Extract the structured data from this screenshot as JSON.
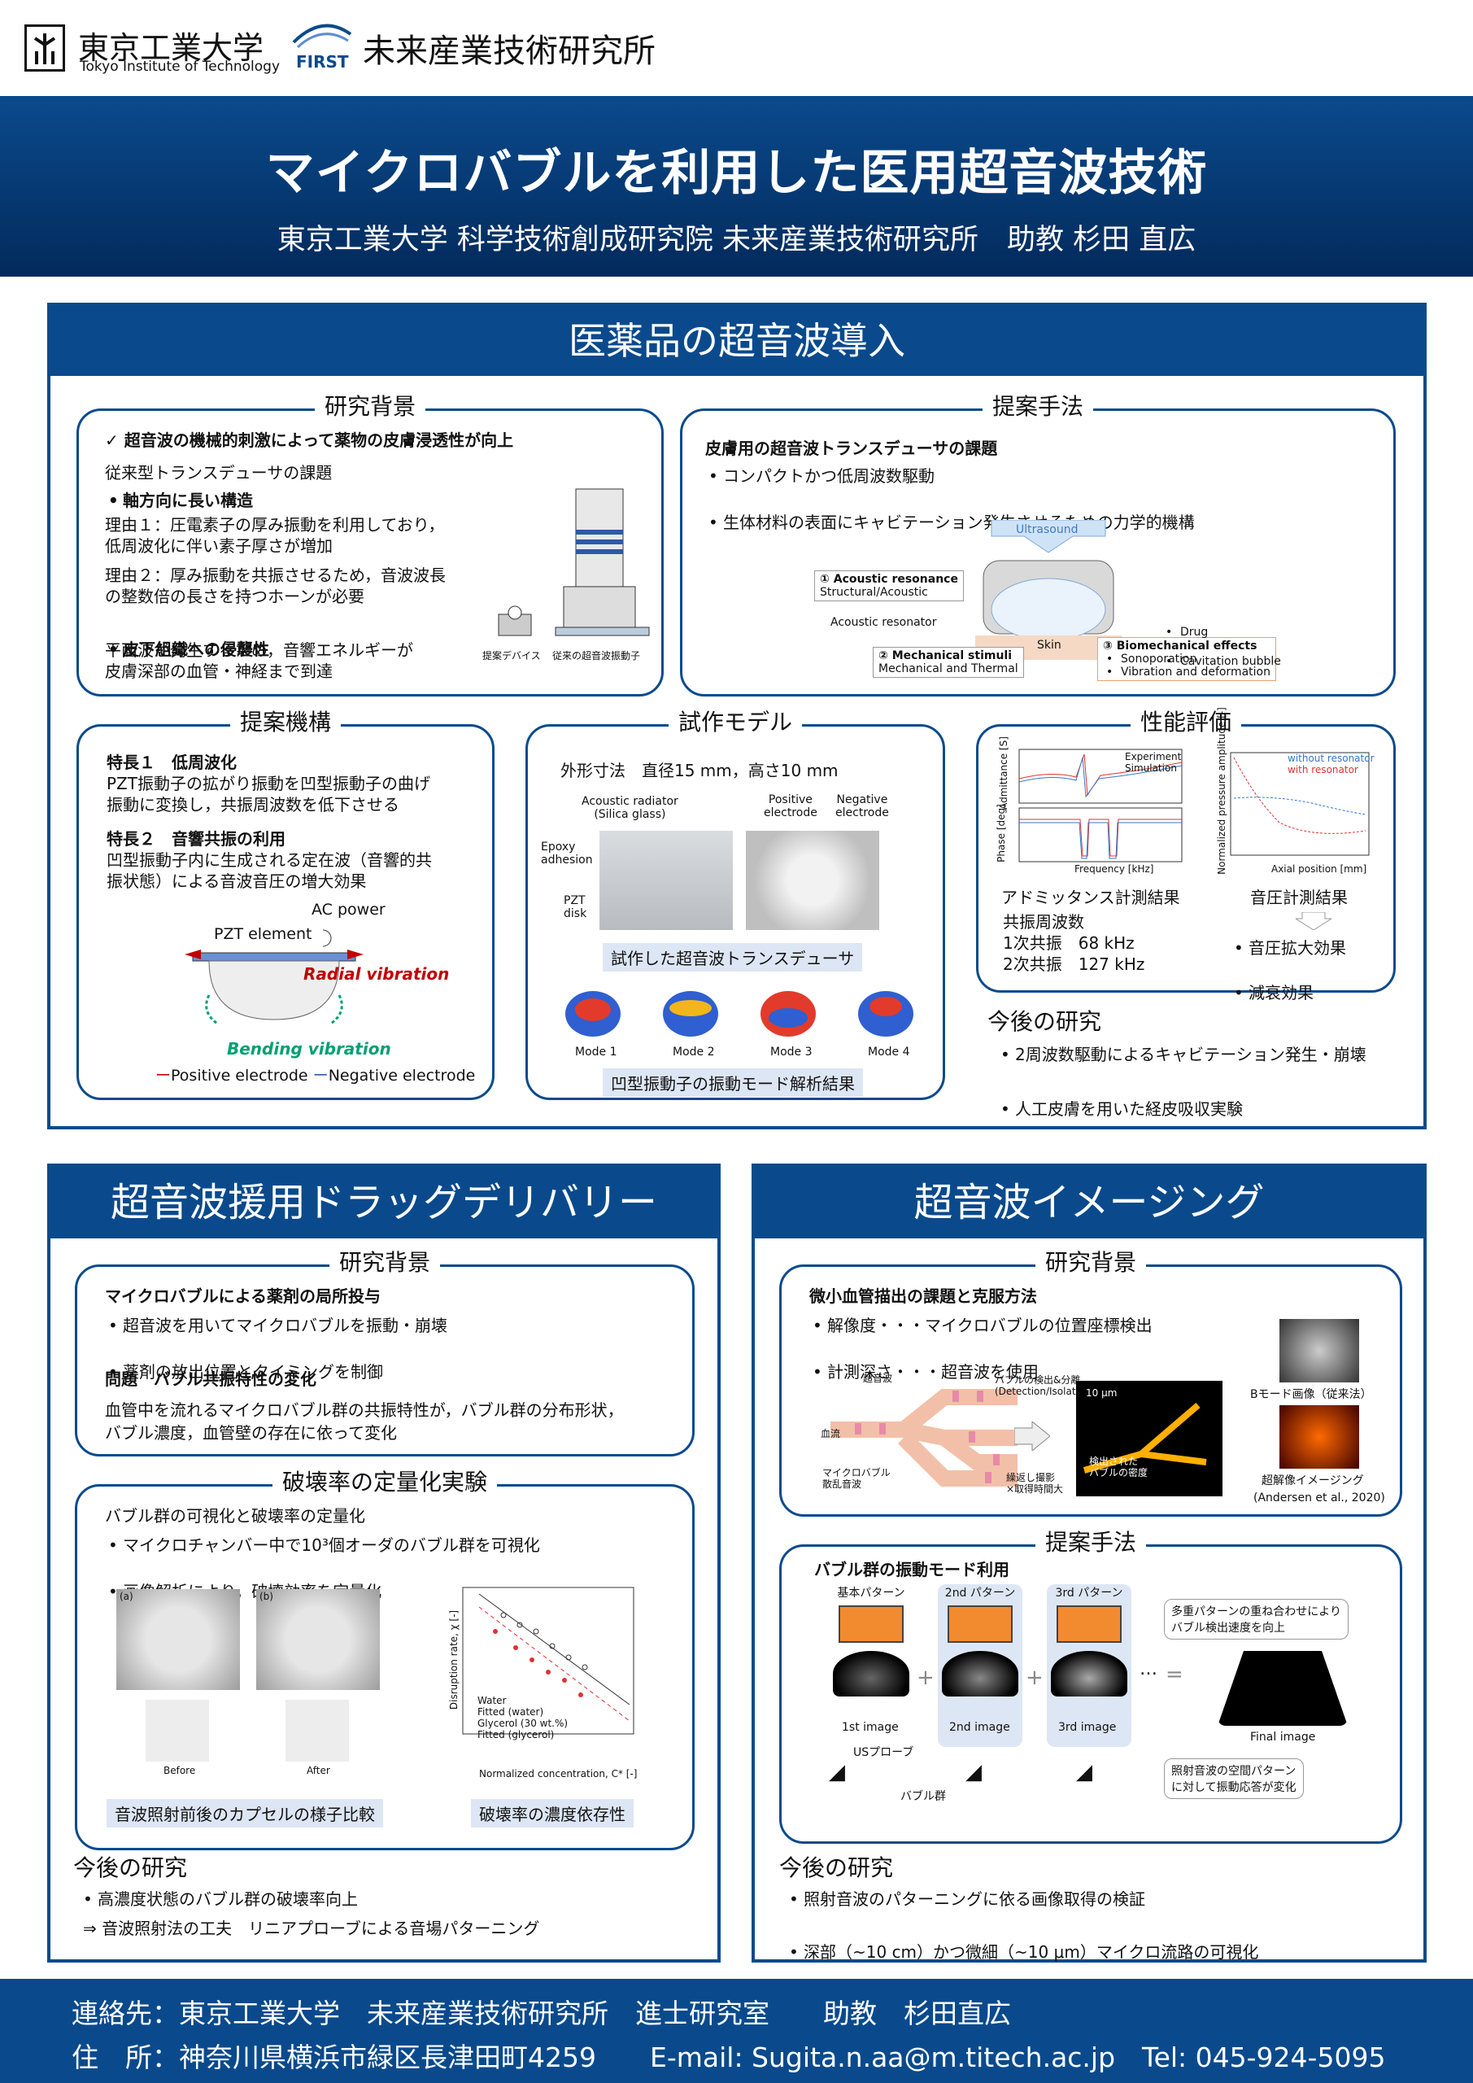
{
  "header": {
    "univ_jp": "東京工業大学",
    "univ_en": "Tokyo Institute of Technology",
    "first_logo": "FIRST",
    "lab": "未来産業技術研究所"
  },
  "hero": {
    "title": "マイクロバブルを利用した医用超音波技術",
    "subtitle": "東京工業大学 科学技術創成研究院 未来産業技術研究所　助教 杉田 直広"
  },
  "sec1": {
    "title": "医薬品の超音波導入",
    "bg": {
      "title": "研究背景",
      "lead": "✓ 超音波の機械的刺激によって薬物の皮膚浸透性が向上",
      "sub": "従来型トランスデューサの課題",
      "b1": "軸方向に長い構造",
      "r1a": "理由１：圧電素子の厚み振動を利用しており，",
      "r1b": "低周波化に伴い素子厚さが増加",
      "r2a": "理由２：厚み振動を共振させるため，音波波長",
      "r2b": "の整数倍の長さを持つホーンが必要",
      "b2": "皮下組織への侵襲性",
      "p1": "平面波が発生するため，音響エネルギーが",
      "p2": "皮膚深部の血管・神経まで到達",
      "fig_a": "提案デバイス",
      "fig_b": "従来の超音波振動子"
    },
    "method": {
      "title": "提案手法",
      "lead": "皮膚用の超音波トランスデューサの課題",
      "b1": "コンパクトかつ低周波数駆動",
      "b2": "生体材料の表面にキャビテーション発生させるための力学的機構",
      "ultrasound": "Ultrasound",
      "ar_t": "① Acoustic resonance",
      "ar_s": "Structural/Acoustic",
      "resonator": "Acoustic resonator",
      "ms_t": "② Mechanical stimuli",
      "ms_s": "Mechanical and Thermal",
      "skin": "Skin",
      "be_t": "③ Biomechanical effects",
      "be_1": "Sonoporation",
      "be_2": "Vibration and deformation",
      "drug": "Drug",
      "cav": "Cavitation bubble"
    },
    "mech": {
      "title": "提案機構",
      "f1": "特長１　低周波化",
      "f1a": "PZT振動子の拡がり振動を凹型振動子の曲げ",
      "f1b": "振動に変換し，共振周波数を低下させる",
      "f2": "特長２　音響共振の利用",
      "f2a": "凹型振動子内に生成される定在波（音響的共",
      "f2b": "振状態）による音波音圧の増大効果",
      "ac": "AC power",
      "pzt": "PZT element",
      "radial": "Radial vibration",
      "bending": "Bending vibration",
      "pos": "Positive electrode",
      "neg": "Negative electrode"
    },
    "proto": {
      "title": "試作モデル",
      "dims": "外形寸法　直径15 mm，高さ10 mm",
      "rad1": "Acoustic radiator",
      "rad2": "(Silica glass)",
      "pos1": "Positive",
      "pos2": "electrode",
      "neg1": "Negative",
      "neg2": "electrode",
      "epoxy1": "Epoxy",
      "epoxy2": "adhesion",
      "pztd1": "PZT",
      "pztd2": "disk",
      "cap1": "試作した超音波トランスデューサ",
      "m1": "Mode 1",
      "m2": "Mode 2",
      "m3": "Mode 3",
      "m4": "Mode 4",
      "cap2": "凹型振動子の振動モード解析結果"
    },
    "perf": {
      "title": "性能評価",
      "adm": "アドミッタンス計測結果",
      "press": "音圧計測結果",
      "rf": "共振周波数",
      "r1": "1次共振　68 kHz",
      "r2": "2次共振　127 kHz",
      "e1": "音圧拡大効果",
      "e2": "減衰効果",
      "ylab1": "Admittance [S]",
      "ylab2": "Phase [deg]",
      "xlab1": "Frequency [kHz]",
      "xlab2": "Axial position [mm]",
      "ylab3": "Normalized pressure amplitude [-]",
      "leg_exp": "Experiment",
      "leg_sim": "Simulation",
      "leg_wo": "without resonator",
      "leg_w": "with resonator"
    },
    "future": {
      "title": "今後の研究",
      "b1": "2周波数駆動によるキャビテーション発生・崩壊",
      "b2": "人工皮膚を用いた経皮吸収実験"
    }
  },
  "sec2": {
    "title": "超音波援用ドラッグデリバリー",
    "bg": {
      "title": "研究背景",
      "lead": "マイクロバブルによる薬剤の局所投与",
      "b1": "超音波を用いてマイクロバブルを振動・崩壊",
      "b2": "薬剤の放出位置とタイミングを制御",
      "prob": "問題　バブル共振特性の変化",
      "p1": "血管中を流れるマイクロバブル群の共振特性が，バブル群の分布形状，",
      "p2": "バブル濃度，血管壁の存在に依って変化"
    },
    "exp": {
      "title": "破壊率の定量化実験",
      "lead": "バブル群の可視化と破壊率の定量化",
      "b1": "マイクロチャンバー中で10³個オーダのバブル群を可視化",
      "b2": "画像解析により，破壊効率を定量化",
      "before": "Before",
      "after": "After",
      "la": "(a)",
      "lb": "(b)",
      "cap1": "音波照射前後のカプセルの様子比較",
      "cap2": "破壊率の濃度依存性",
      "ylab": "Disruption rate, χ [-]",
      "xlab": "Normalized concentration, C* [-]",
      "leg1": "Water",
      "leg2": "Fitted (water)",
      "leg3": "Glycerol (30 wt.%)",
      "leg4": "Fitted (glycerol)"
    },
    "future": {
      "title": "今後の研究",
      "b1": "高濃度状態のバブル群の破壊率向上",
      "b2": "⇒ 音波照射法の工夫　リニアプローブによる音場パターニング"
    }
  },
  "sec3": {
    "title": "超音波イメージング",
    "bg": {
      "title": "研究背景",
      "lead": "微小血管描出の課題と克服方法",
      "b1": "解像度・・・マイクロバブルの位置座標検出",
      "b2": "計測深さ・・・超音波を使用",
      "us": "超音波",
      "flow": "血流",
      "mb": "マイクロバブル",
      "scat": "散乱音波",
      "det": "バブルの検出&分離",
      "det2": "(Detection/Isolation)",
      "rep": "繰返し撮影",
      "rep2": "×取得時間大",
      "scale": "10 μm",
      "dens1": "検出された",
      "dens2": "バブルの密度",
      "bmode": "Bモード画像（従来法）",
      "sr": "超解像イメージング",
      "ref": "(Andersen et al., 2020)"
    },
    "method": {
      "title": "提案手法",
      "lead": "バブル群の振動モード利用",
      "p0": "基本パターン",
      "p2": "2nd パターン",
      "p3": "3rd パターン",
      "i1": "1st image",
      "i2": "2nd image",
      "i3": "3rd image",
      "dots": "…",
      "final": "Final image",
      "probe": "USプローブ",
      "group": "バブル群",
      "note1a": "多重パターンの重ね合わせにより",
      "note1b": "バブル検出速度を向上",
      "note2a": "照射音波の空間パターン",
      "note2b": "に対して振動応答が変化"
    },
    "future": {
      "title": "今後の研究",
      "b1": "照射音波のパターニングに依る画像取得の検証",
      "b2": "深部（~10 cm）かつ微細（~10 μm）マイクロ流路の可視化"
    }
  },
  "footer": {
    "l1": "連絡先：東京工業大学　未来産業技術研究所　進士研究室　　助教　杉田直広",
    "l2": "住　所：神奈川県横浜市緑区長津田町4259　　E-mail: Sugita.n.aa@m.titech.ac.jp　Tel: 045-924-5095"
  },
  "colors": {
    "navy": "#0a4a8c",
    "dark": "#032a5c",
    "caption": "#dde6f4",
    "red": "#c00000",
    "green": "#00a070"
  }
}
